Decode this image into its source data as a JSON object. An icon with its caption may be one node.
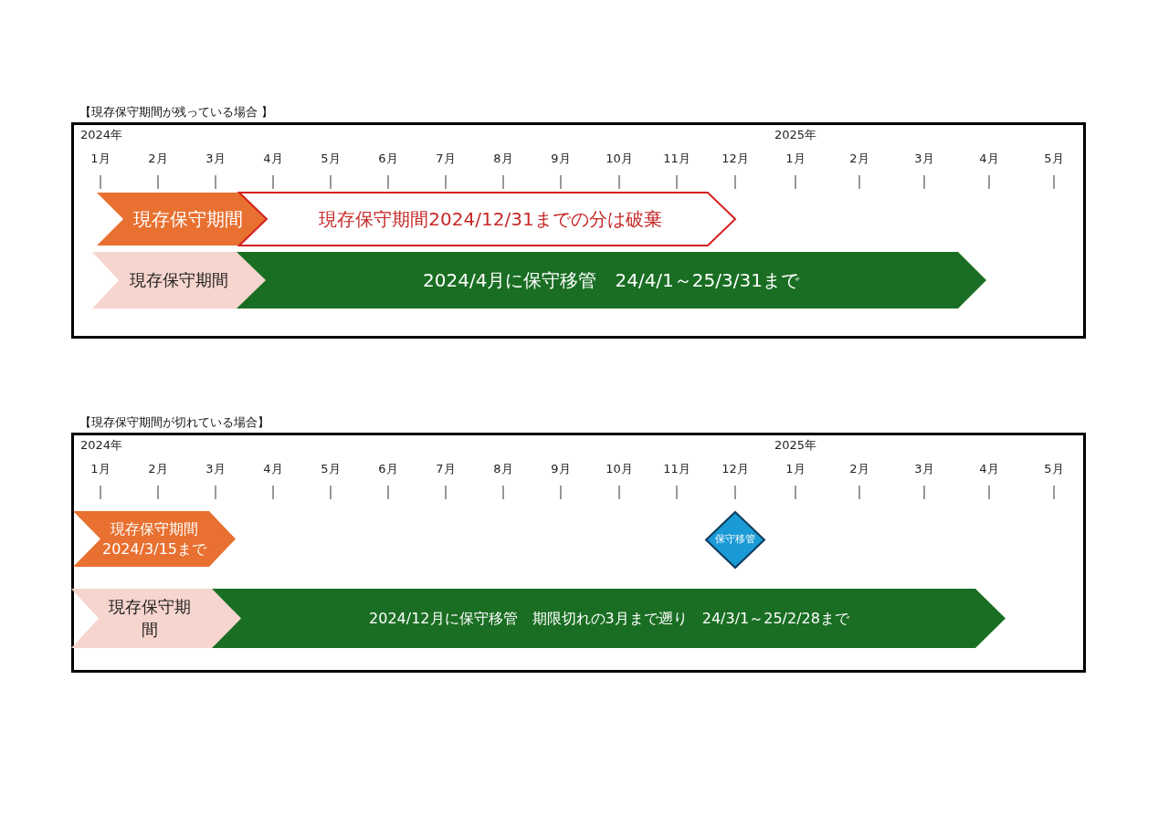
{
  "diagram": {
    "nodes": [
      {
        "text": [
          "【現存保守期間が残っている場合 】"
        ]
      },
      {
        "text": [
          "現存保守期間"
        ],
        "in": 0
      },
      {
        "text": [
          "現存保守期間2024/12/31までの分は破棄"
        ],
        "in": 0
      },
      {
        "text": [
          "現存保守期間"
        ],
        "in": 0
      },
      {
        "text": [
          "2024/4月に保守移管　24/4/1～25/3/31まで"
        ],
        "in": 0
      },
      {
        "text": [
          "【現存保守期間が切れている場合】"
        ]
      },
      {
        "text": [
          "現存保守期間 2024/3/15まで"
        ],
        "in": 5
      },
      {
        "text": [
          "保守移管"
        ],
        "in": 5
      },
      {
        "text": [
          "現存保守期間"
        ],
        "in": 5
      },
      {
        "text": [
          "2024/12月に保守移管　期限切れの3月まで遡り　24/3/1～25/2/28まで"
        ],
        "in": 5
      }
    ],
    "labels": [
      "2024年",
      "2025年",
      "1月",
      "2月",
      "3月",
      "4月",
      "5月",
      "6月",
      "7月",
      "8月",
      "9月",
      "10月",
      "11月",
      "12月",
      "1月",
      "2月",
      "3月",
      "4月",
      "5月",
      "2024年",
      "2025年",
      "1月",
      "2月",
      "3月",
      "4月",
      "5月",
      "6月",
      "7月",
      "8月",
      "9月",
      "10月",
      "11月",
      "12月",
      "1月",
      "2月",
      "3月",
      "4月",
      "5月"
    ]
  }
}
